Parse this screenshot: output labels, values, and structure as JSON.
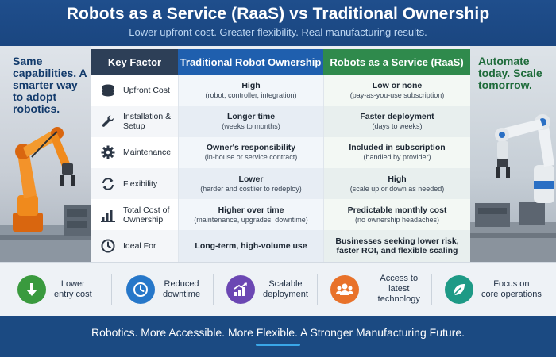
{
  "header": {
    "title": "Robots as a Service (RaaS) vs Traditional Ownership",
    "subtitle": "Lower upfront cost. Greater flexibility. Real manufacturing results."
  },
  "left_panel": {
    "text": "Same capabilities. A smarter way to adopt robotics."
  },
  "right_panel": {
    "text": "Automate today. Scale tomorrow."
  },
  "table": {
    "headers": {
      "key": "Key Factor",
      "traditional": "Traditional Robot Ownership",
      "raas": "Robots as a Service (RaaS)"
    },
    "rows": [
      {
        "icon": "coins-icon",
        "label": "Upfront Cost",
        "trad_main": "High",
        "trad_sub": "(robot, controller, integration)",
        "raas_main": "Low or none",
        "raas_sub": "(pay-as-you-use subscription)"
      },
      {
        "icon": "wrench-icon",
        "label": "Installation & Setup",
        "trad_main": "Longer time",
        "trad_sub": "(weeks to months)",
        "raas_main": "Faster deployment",
        "raas_sub": "(days to weeks)"
      },
      {
        "icon": "gear-icon",
        "label": "Maintenance",
        "trad_main": "Owner's responsibility",
        "trad_sub": "(in-house or service contract)",
        "raas_main": "Included in subscription",
        "raas_sub": "(handled by provider)"
      },
      {
        "icon": "refresh-icon",
        "label": "Flexibility",
        "trad_main": "Lower",
        "trad_sub": "(harder and costlier to redeploy)",
        "raas_main": "High",
        "raas_sub": "(scale up or down as needed)"
      },
      {
        "icon": "bar-chart-icon",
        "label": "Total Cost of Ownership",
        "trad_main": "Higher over time",
        "trad_sub": "(maintenance, upgrades, downtime)",
        "raas_main": "Predictable monthly cost",
        "raas_sub": "(no ownership headaches)"
      },
      {
        "icon": "clock-icon",
        "label": "Ideal For",
        "trad_main": "Long-term, high-volume use",
        "trad_sub": "",
        "raas_main": "Businesses seeking lower risk, faster ROI, and flexible scaling",
        "raas_sub": ""
      }
    ]
  },
  "benefits": [
    {
      "icon": "down-arrow-icon",
      "color": "#3a9a3e",
      "line1": "Lower",
      "line2": "entry cost"
    },
    {
      "icon": "clock-icon",
      "color": "#2677c9",
      "line1": "Reduced",
      "line2": "downtime"
    },
    {
      "icon": "growth-chart-icon",
      "color": "#6b47b3",
      "line1": "Scalable",
      "line2": "deployment"
    },
    {
      "icon": "people-icon",
      "color": "#e8722a",
      "line1": "Access to",
      "line2": "latest technology"
    },
    {
      "icon": "leaf-icon",
      "color": "#1e9a86",
      "line1": "Focus on",
      "line2": "core operations"
    }
  ],
  "footer": {
    "text": "Robotics. More Accessible. More Flexible. A Stronger Manufacturing Future."
  },
  "colors": {
    "header_bg": "#1f4e8c",
    "traditional": "#1f5fae",
    "raas": "#2f8a4c",
    "key_col": "#2d3f57",
    "footer_bg": "#1b4a82"
  }
}
